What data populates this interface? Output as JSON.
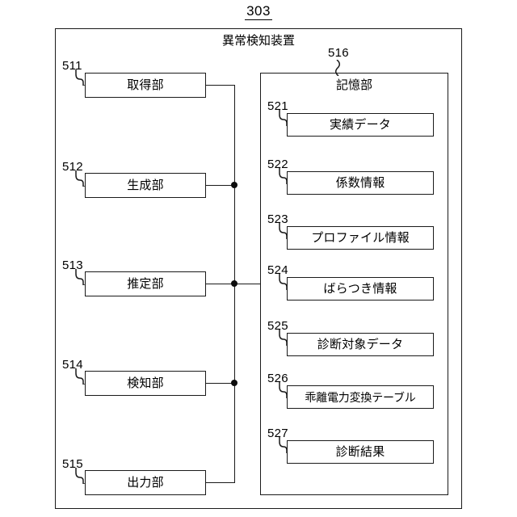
{
  "figure": {
    "number": "303"
  },
  "device": {
    "title": "異常検知装置",
    "units": [
      {
        "ref": "511",
        "label": "取得部"
      },
      {
        "ref": "512",
        "label": "生成部"
      },
      {
        "ref": "513",
        "label": "推定部"
      },
      {
        "ref": "514",
        "label": "検知部"
      },
      {
        "ref": "515",
        "label": "出力部"
      }
    ]
  },
  "storage": {
    "ref": "516",
    "title": "記憶部",
    "items": [
      {
        "ref": "521",
        "label": "実績データ"
      },
      {
        "ref": "522",
        "label": "係数情報"
      },
      {
        "ref": "523",
        "label": "プロファイル情報"
      },
      {
        "ref": "524",
        "label": "ばらつき情報"
      },
      {
        "ref": "525",
        "label": "診断対象データ"
      },
      {
        "ref": "526",
        "label": "乖離電力変換テーブル"
      },
      {
        "ref": "527",
        "label": "診断結果"
      }
    ]
  },
  "colors": {
    "line": "#1a1a1a",
    "background": "#ffffff",
    "text": "#000000"
  }
}
